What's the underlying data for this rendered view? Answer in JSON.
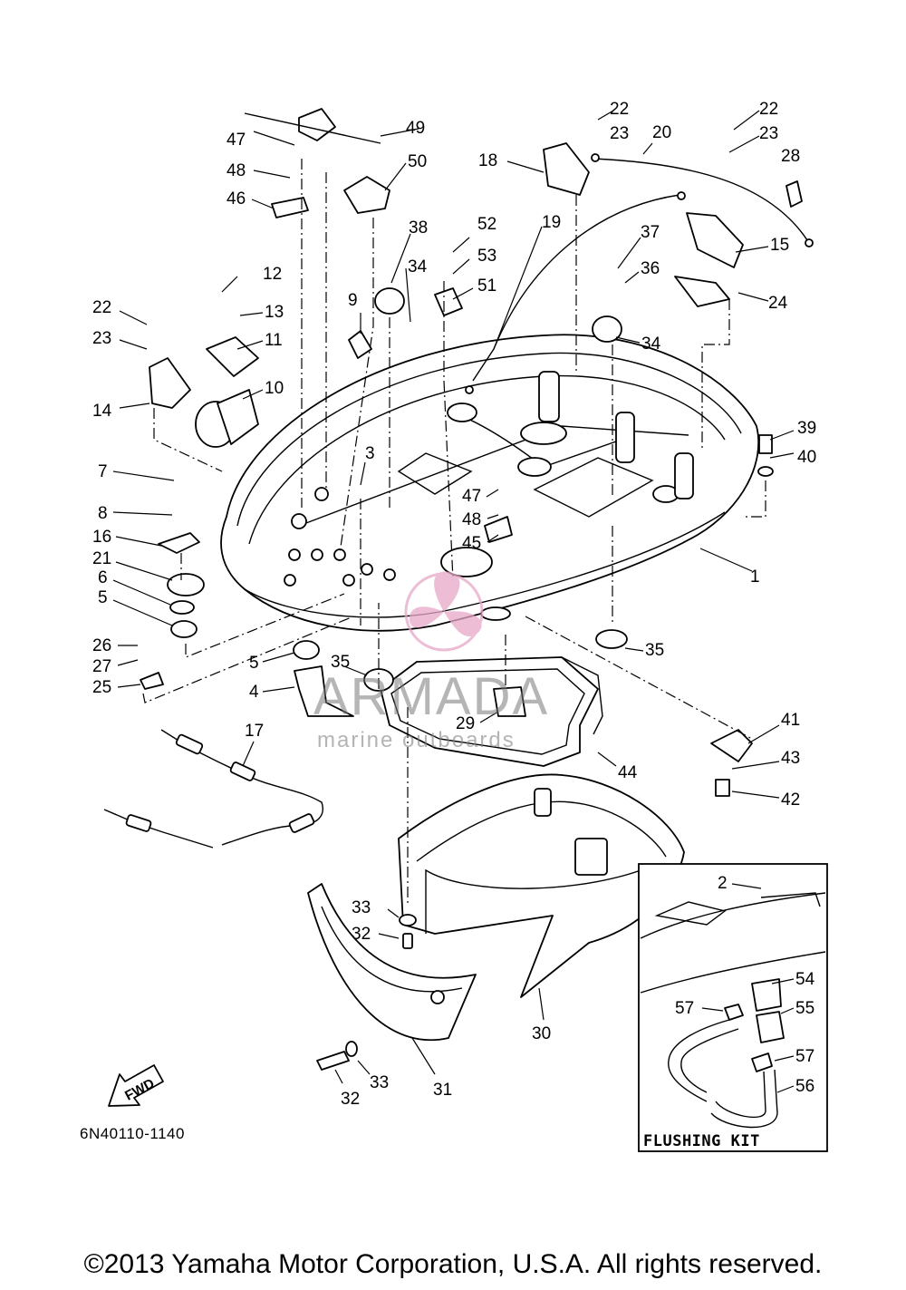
{
  "diagram_code": "6N40110-1140",
  "copyright": "©2013 Yamaha Motor Corporation, U.S.A. All rights reserved.",
  "fwd_label": "FWD",
  "flushing_kit_label": "FLUSHING KIT",
  "watermark": {
    "name": "ARMADA",
    "sub": "marine outboards"
  },
  "callouts": [
    "1",
    "2",
    "3",
    "4",
    "5",
    "5",
    "6",
    "7",
    "8",
    "9",
    "10",
    "11",
    "12",
    "13",
    "14",
    "15",
    "16",
    "17",
    "18",
    "19",
    "20",
    "21",
    "22",
    "22",
    "22",
    "23",
    "23",
    "23",
    "24",
    "25",
    "26",
    "27",
    "28",
    "29",
    "30",
    "31",
    "32",
    "32",
    "33",
    "33",
    "34",
    "34",
    "35",
    "35",
    "36",
    "37",
    "38",
    "39",
    "40",
    "41",
    "42",
    "43",
    "44",
    "45",
    "46",
    "47",
    "47",
    "48",
    "48",
    "49",
    "50",
    "51",
    "52",
    "53",
    "54",
    "55",
    "56",
    "57",
    "57"
  ]
}
